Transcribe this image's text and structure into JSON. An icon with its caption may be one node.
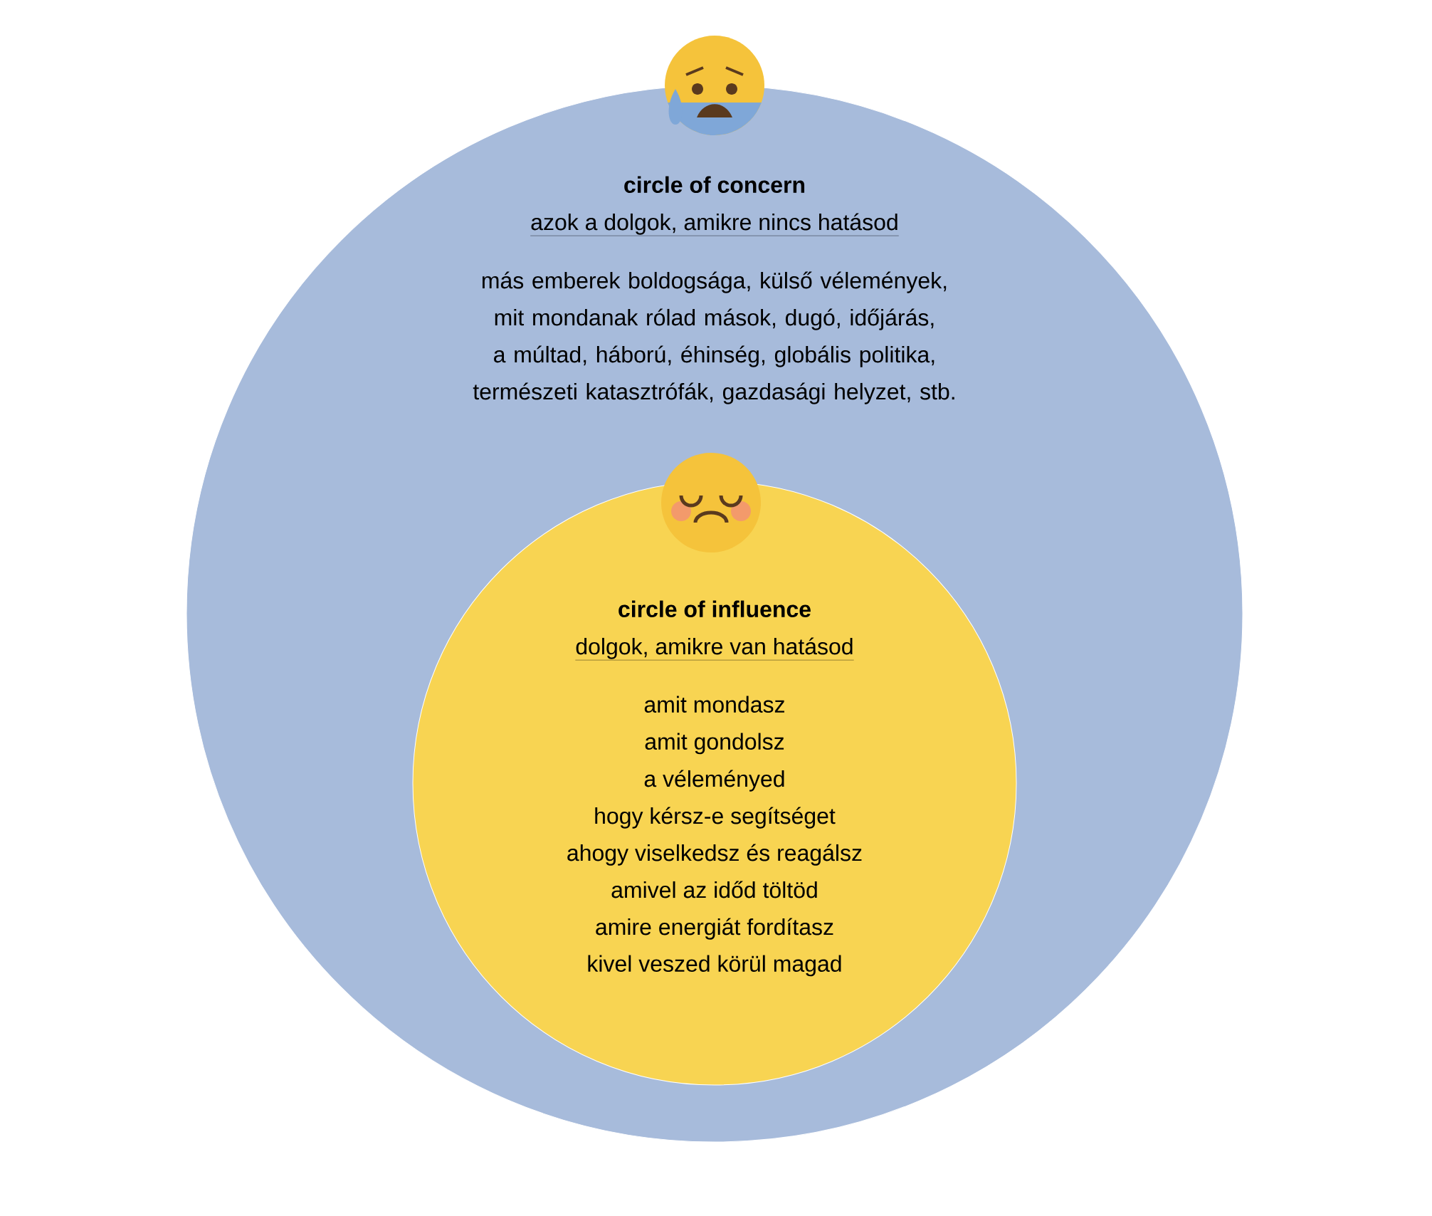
{
  "diagram": {
    "nodes": [
      {
        "text": [
          "circle of concern",
          "azok a dolgok, amikre nincs hatásod",
          "más emberek boldogsága, külső vélemények, mit mondanak rólad mások, dugó, időjárás, a múltad, háború, éhinség, globális politika, természeti katasztrófák, gazdasági helyzet, stb."
        ]
      },
      {
        "text": [
          "circle of influence",
          "dolgok, amikre van hatásod",
          "amit mondasz",
          "amit gondolsz",
          "a véleményed",
          "hogy kérsz-e segítséget",
          "ahogy viselkedsz és reagálsz",
          "amivel az időd töltöd",
          "amire energiát fordítasz",
          "kivel veszed körül magad"
        ],
        "in": 0
      }
    ]
  }
}
